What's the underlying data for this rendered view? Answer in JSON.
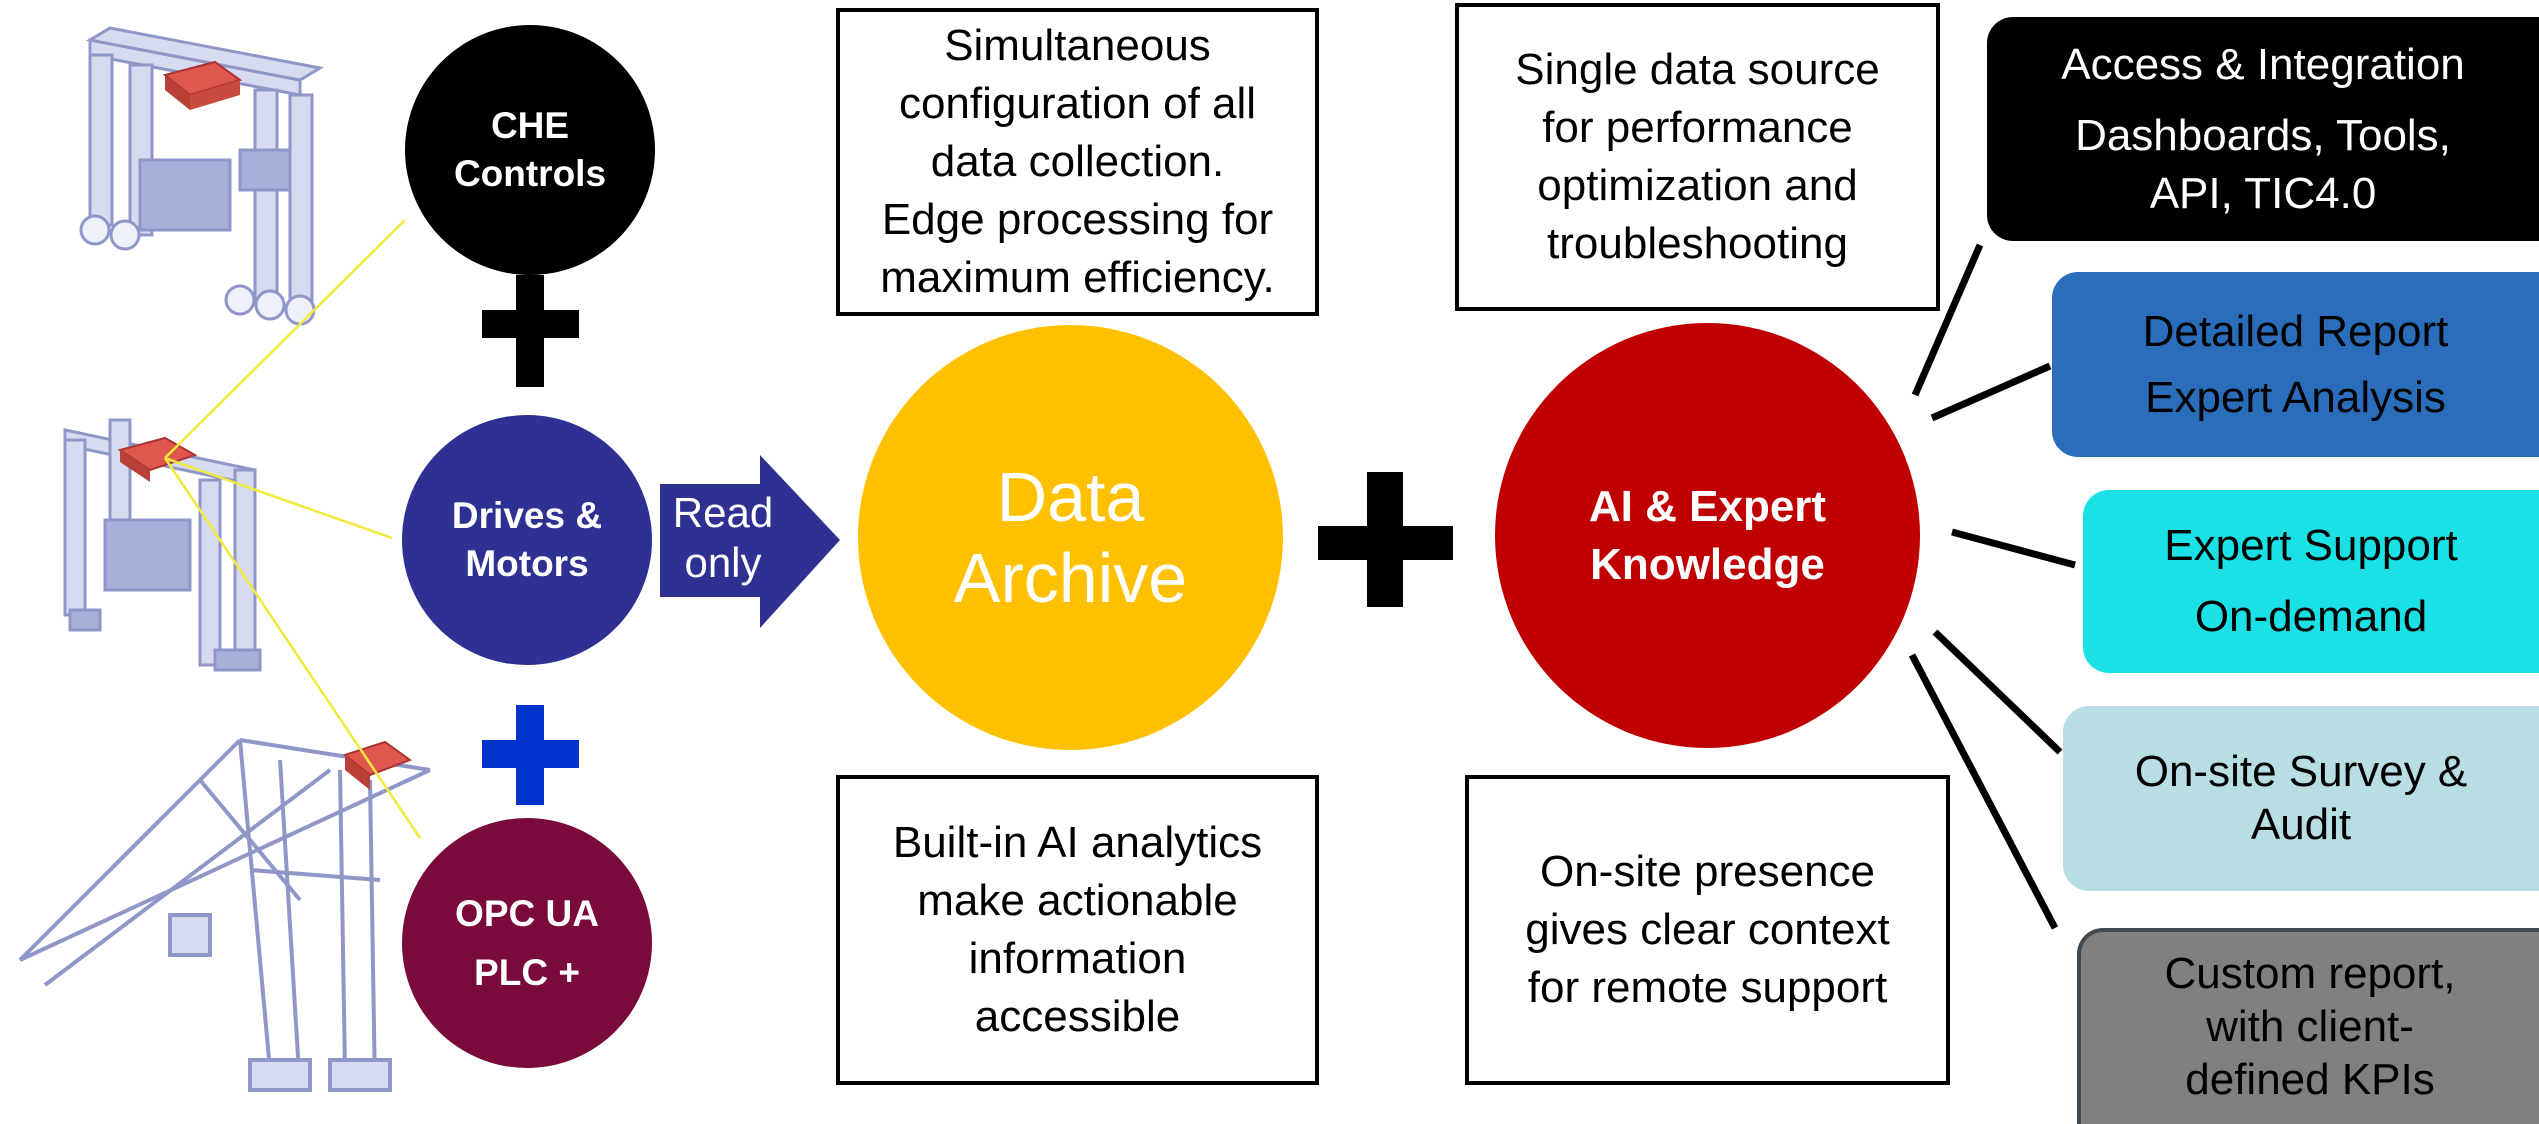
{
  "sources": {
    "che": {
      "line1": "CHE",
      "line2": "Controls"
    },
    "drives": {
      "line1": "Drives &",
      "line2": "Motors"
    },
    "opc": {
      "line1": "OPC UA",
      "line2": "PLC +"
    }
  },
  "arrow": {
    "line1": "Read",
    "line2": "only"
  },
  "archive": {
    "line1": "Data",
    "line2": "Archive"
  },
  "ai": {
    "line1": "AI & Expert",
    "line2": "Knowledge"
  },
  "notes": {
    "top_left": [
      "Simultaneous",
      "configuration of all",
      "data collection.",
      "Edge processing for",
      "maximum efficiency."
    ],
    "top_right": [
      "Single data source",
      "for performance",
      "optimization and",
      "troubleshooting"
    ],
    "bottom_left": [
      "Built-in AI analytics",
      "make actionable",
      "information",
      "accessible"
    ],
    "bottom_right": [
      "On-site presence",
      "gives clear context",
      "for remote support"
    ]
  },
  "services": [
    {
      "lines": [
        "Access & Integration",
        "Dashboards, Tools,",
        "API, TIC4.0"
      ],
      "color": "#000000"
    },
    {
      "lines": [
        "Detailed Report",
        "Expert Analysis"
      ],
      "color": "#2A6EBB"
    },
    {
      "lines": [
        "Expert Support",
        "On-demand"
      ],
      "color": "#1BE0E6"
    },
    {
      "lines": [
        "On-site Survey &",
        "Audit"
      ],
      "color": "#B7DEE3"
    },
    {
      "lines": [
        "Custom report,",
        "with client-",
        "defined KPIs"
      ],
      "color": "#808080"
    }
  ],
  "colors": {
    "che": "#000000",
    "drives": "#2E3192",
    "opc": "#7A0A3C",
    "archive": "#FFC000",
    "ai": "#C00000",
    "plus_blue": "#0033CC",
    "crane": "#C9CDE8"
  }
}
